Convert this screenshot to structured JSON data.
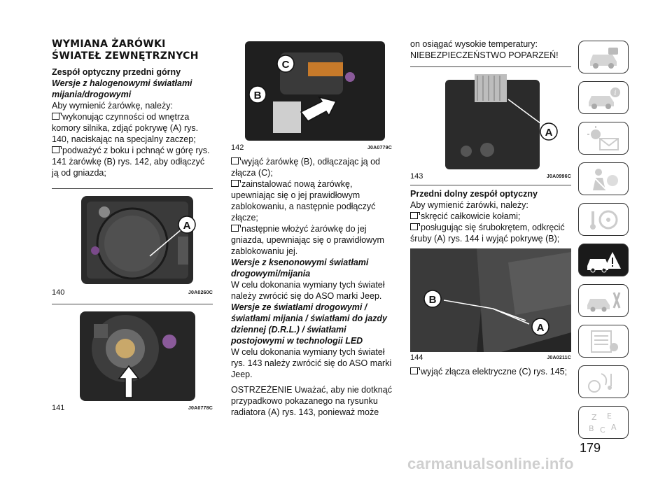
{
  "column1": {
    "title": "WYMIANA ŻARÓWKI ŚWIATEŁ ZEWNĘTRZNYCH",
    "subtitle": "Zespół optyczny przedni górny",
    "section1": "Wersje z halogenowymi światłami mijania/drogowymi",
    "intro": "Aby wymienić żarówkę, należy:",
    "step1": "wykonując czynności od wnętrza komory silnika, zdjąć pokrywę (A) rys. 140, naciskając na specjalny zaczep;",
    "step2": "podważyć z boku i pchnąć w górę rys. 141 żarówkę (B) rys. 142, aby odłączyć ją od gniazda;",
    "fig140": {
      "num": "140",
      "code": "J0A0260C",
      "labels": [
        "A"
      ]
    },
    "fig141": {
      "num": "141",
      "code": "J0A0778C"
    }
  },
  "column2": {
    "fig142": {
      "num": "142",
      "code": "J0A0779C",
      "labels": [
        "C",
        "B"
      ]
    },
    "step3": "wyjąć żarówkę (B), odłączając ją od złącza (C);",
    "step4": "zainstalować nową żarówkę, upewniając się o jej prawidłowym zablokowaniu, a następnie podłączyć złącze;",
    "step5": "następnie włożyć żarówkę do jej gniazda, upewniając się o prawidłowym zablokowaniu jej.",
    "section2": "Wersje z ksenonowymi światłami drogowymi/mijania",
    "para2": "W celu dokonania wymiany tych świateł należy zwrócić się do ASO marki Jeep.",
    "section3": "Wersje ze światłami drogowymi / światłami mijania / światłami do jazdy dziennej (D.R.L.) / światłami postojowymi w technologii LED",
    "para3": "W celu dokonania wymiany tych świateł rys. 143 należy zwrócić się do ASO marki Jeep.",
    "warning": "OSTRZEŻENIE Uważać, aby nie dotknąć przypadkowo pokazanego na rysunku radiatora (A) rys. 143, ponieważ może"
  },
  "column3": {
    "cont": "on osiągać wysokie temperatury:",
    "danger": "NIEBEZPIECZEŃSTWO POPARZEŃ!",
    "fig143": {
      "num": "143",
      "code": "J0A0996C",
      "labels": [
        "A"
      ]
    },
    "subtitle2": "Przedni dolny zespół optyczny",
    "intro2": "Aby wymienić żarówki, należy:",
    "step6": "skręcić całkowicie kołami;",
    "step7": "posługując się śrubokrętem, odkręcić śruby (A) rys. 144 i wyjąć pokrywę (B);",
    "fig144": {
      "num": "144",
      "code": "J0A0211C",
      "labels": [
        "B",
        "A"
      ]
    },
    "step8": "wyjąć złącza elektryczne (C) rys. 145;"
  },
  "page_number": "179",
  "watermark": "carmanualsonline.info",
  "sidebar_tabs": [
    {
      "icon": "car-dashboard-icon",
      "active": false
    },
    {
      "icon": "car-info-icon",
      "active": false
    },
    {
      "icon": "lights-mail-icon",
      "active": false
    },
    {
      "icon": "seatbelt-airbag-icon",
      "active": false
    },
    {
      "icon": "steering-wheel-key-icon",
      "active": false
    },
    {
      "icon": "breakdown-warning-icon",
      "active": true
    },
    {
      "icon": "car-tools-icon",
      "active": false
    },
    {
      "icon": "specs-list-icon",
      "active": false
    },
    {
      "icon": "multimedia-icon",
      "active": false
    },
    {
      "icon": "index-alphabet-icon",
      "active": false
    }
  ],
  "colors": {
    "text": "#111111",
    "tab_border": "#333333",
    "tab_active": "#1a1a1a",
    "watermark": "#cfcfcf"
  }
}
